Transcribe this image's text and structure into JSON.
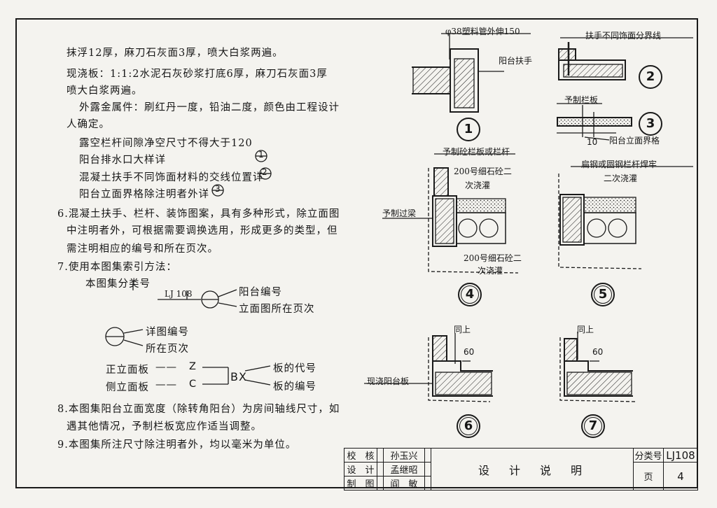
{
  "notes": {
    "l1": "抹浮12厚，麻刀石灰面3厚，喷大白浆两遍。",
    "l2": "现浇板：1:1:2水泥石灰砂浆打底6厚，麻刀石灰面3厚",
    "l3": "喷大白浆两遍。",
    "l4": "外露金属件：刷红丹一度，铅油二度，颜色由工程设计",
    "l5": "人确定。",
    "l6": "露空栏杆间隙净空尺寸不得大于120",
    "l7": "阳台排水口大样详",
    "l8": "混凝土扶手不同饰面材料的交线位置详",
    "l9": "阳台立面界格除注明者外详",
    "l10": "6.混凝土扶手、栏杆、装饰图案，具有多种形式，除立面图",
    "l11": "中注明者外，可根据需要调换选用，形成更多的类型，但",
    "l12": "需注明相应的编号和所在页次。",
    "l13": "7.使用本图集索引方法：",
    "l14": "本图集分类号",
    "l15": "阳台编号",
    "l16": "立面图所在页次",
    "l17": "详图编号",
    "l18": "所在页次",
    "l19": "正立面板",
    "l20": "侧立面板",
    "l21": "板的代号",
    "l22": "板的编号",
    "l23": "8.本图集阳台立面宽度（除转角阳台）为房间轴线尺寸，如",
    "l24": "遇其他情况，予制栏板宽应作适当调整。",
    "l25": "9.本图集所注尺寸除注明者外，均以毫米为单位。",
    "code": "LJ 108",
    "z": "Z",
    "c": "C",
    "bx": "BX",
    "dash": "——",
    "idx1": "1",
    "idx2": "2",
    "idx3": "3"
  },
  "details": {
    "d1_label": "φ38塑料管外伸150",
    "d1_rail": "阳台扶手",
    "d2_label": "扶手不同饰面分界线",
    "d3_top": "予制栏板",
    "d3_bottom": "阳台立面界格",
    "d3_dim": "10",
    "d4_a": "予制砼栏板或栏杆",
    "d4_b": "200号细石砼二",
    "d4_c": "次浇灌",
    "d4_d": "予制过梁",
    "d4_e": "200号细石砼二",
    "d4_f": "次浇灌",
    "d5_a": "扁钢或圆钢栏杆焊牢",
    "d5_b": "二次浇灌",
    "d6_a": "同上",
    "d6_b": "现浇阳台板",
    "d6_dim": "60",
    "d7_a": "同上",
    "d7_dim": "60",
    "nums": [
      "1",
      "2",
      "3",
      "4",
      "5",
      "6",
      "7"
    ]
  },
  "title_block": {
    "r1a": "校　核",
    "r1b": "孙玉兴",
    "r2a": "设　计",
    "r2b": "孟继昭",
    "r3a": "制　图",
    "r3b": "阎　敏",
    "title": "设　计　说　明",
    "cat_label": "分类号",
    "cat_value": "LJ108",
    "page_label": "页",
    "page_value": "4"
  }
}
